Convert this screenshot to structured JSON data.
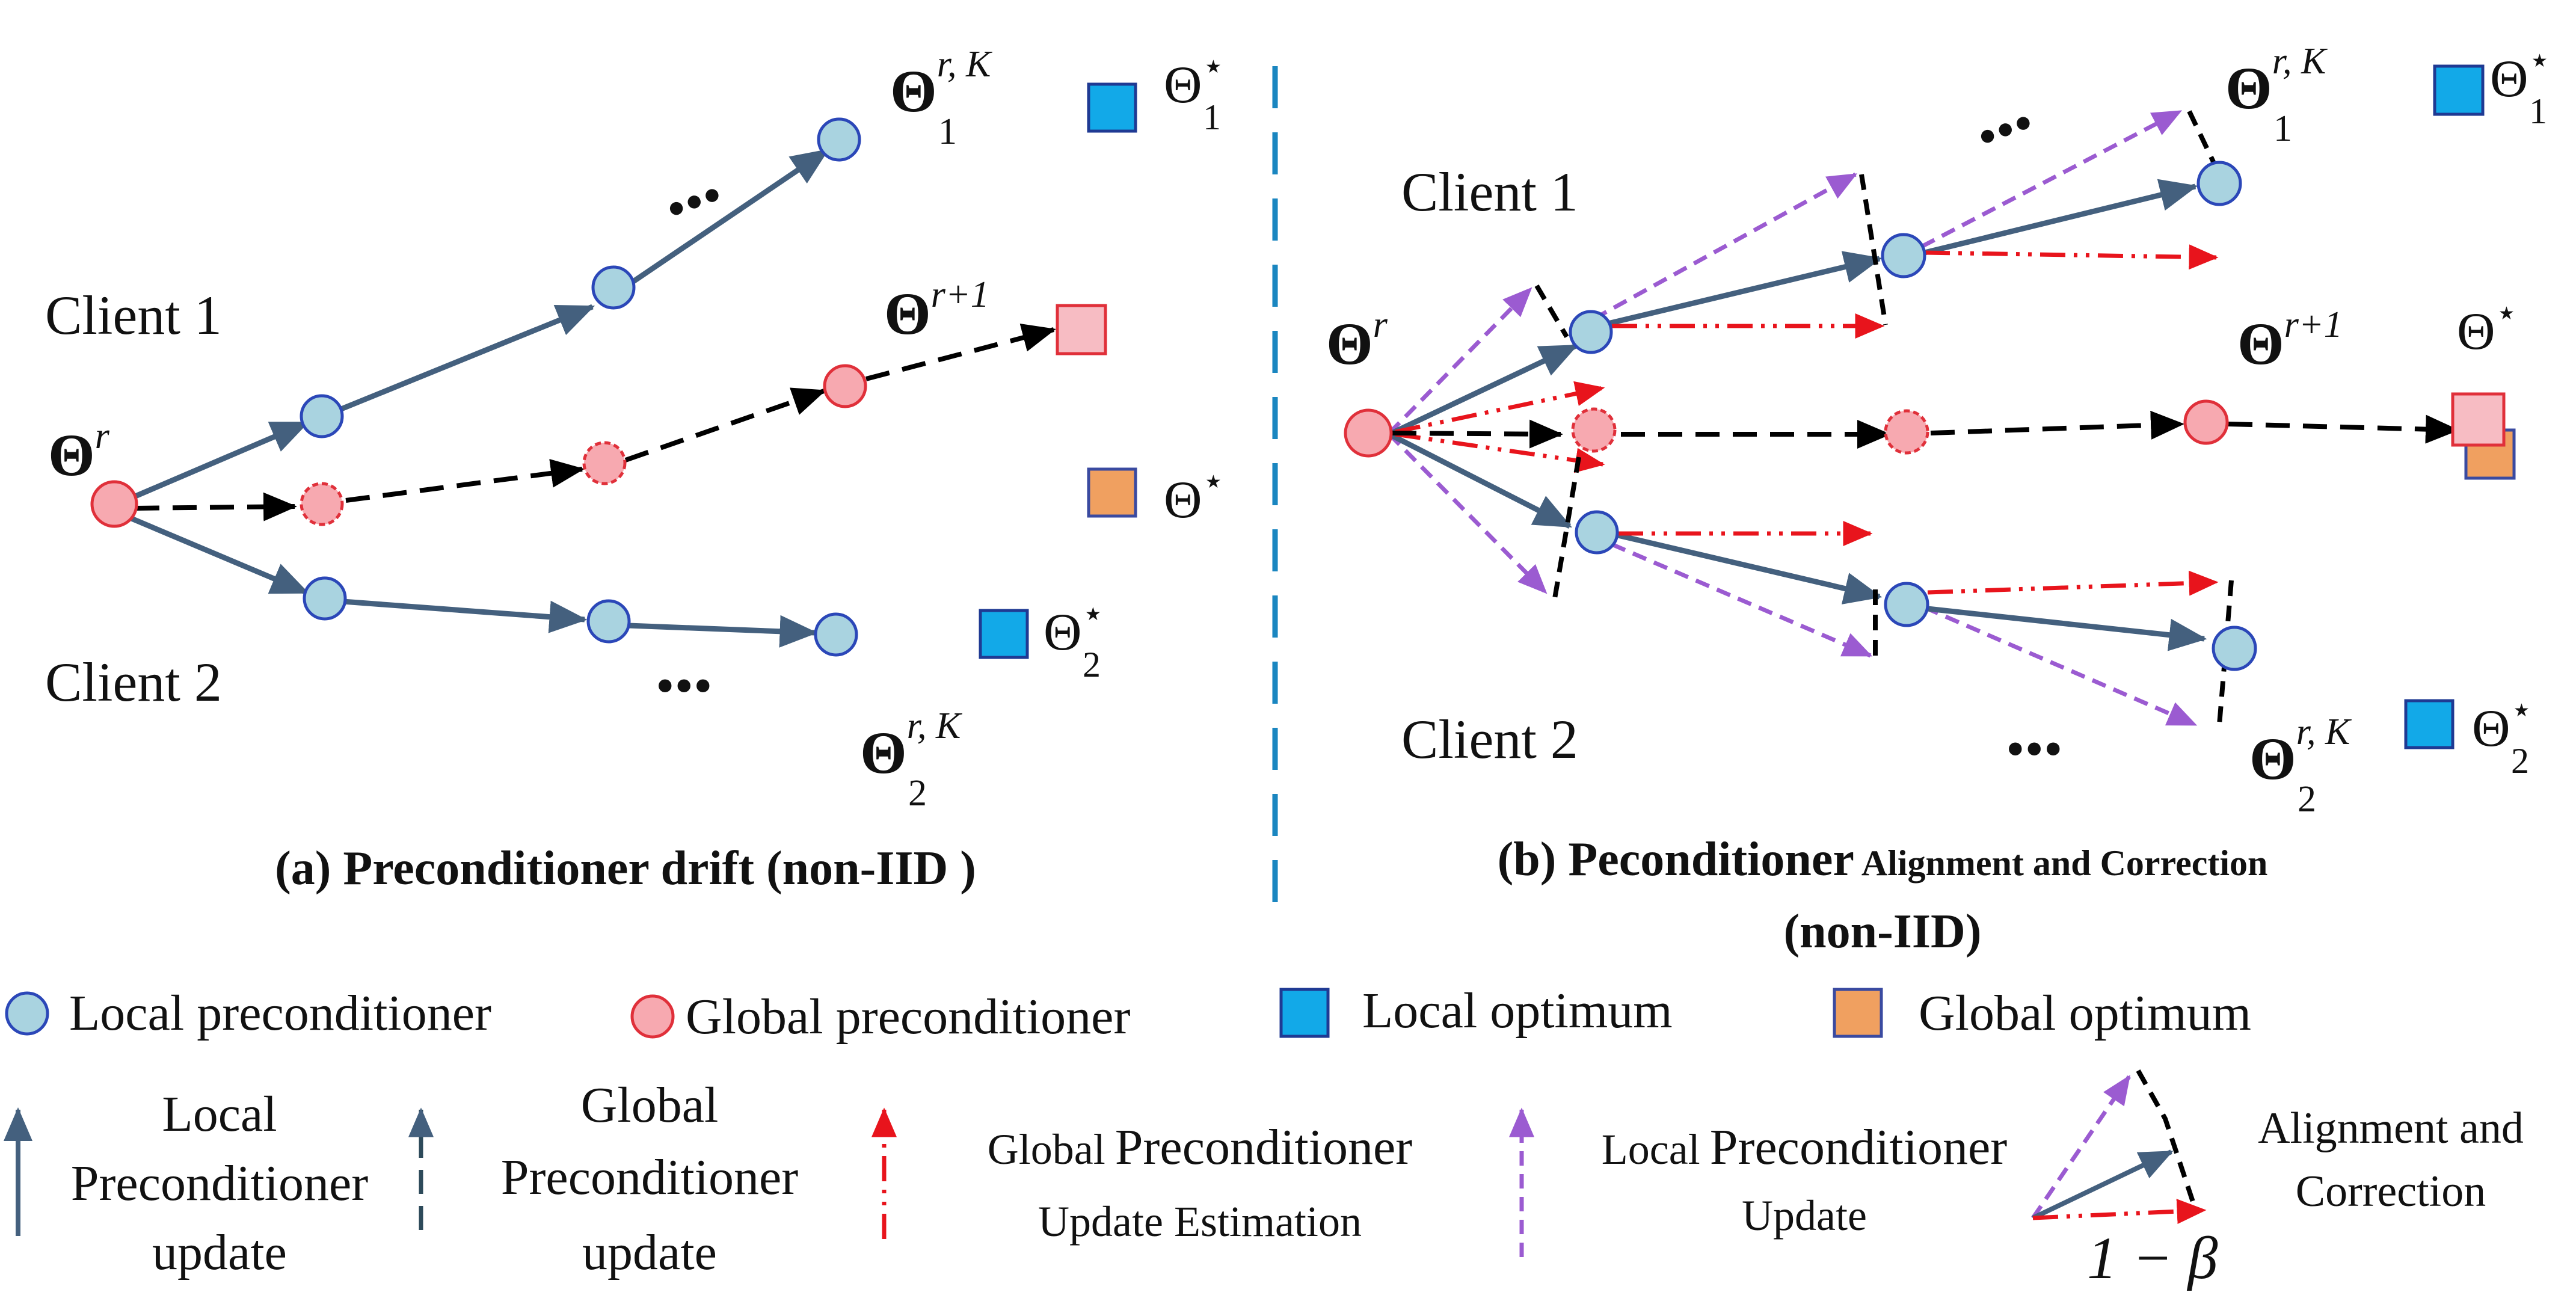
{
  "colors": {
    "local_node_fill": "#a9d3e0",
    "local_node_stroke": "#2b47b8",
    "global_node_fill": "#f7a9b0",
    "global_node_stroke": "#e0303a",
    "local_opt_fill": "#12a9e8",
    "local_opt_stroke": "#1f3a93",
    "global_opt_fill": "#f0a060",
    "global_opt_stroke": "#3a4aa0",
    "global_sq_fill": "#f7bcc3",
    "global_sq_stroke": "#e0303a",
    "local_arrow": "#44607e",
    "global_arrow": "#000000",
    "estimation_arrow": "#e8141c",
    "update_arrow": "#9b5bd1",
    "dots": "#1e2a58",
    "divider": "#1a86c0"
  },
  "panel_a": {
    "caption": "(a) Preconditioner drift (non-IID )",
    "client1": "Client 1",
    "client2": "Client 2",
    "theta": "Θ",
    "theta_r_sup": "r",
    "theta_r1_sup": "r+1",
    "theta_1K_sup": "r, K",
    "theta_1K_sub": "1",
    "theta_2K_sup": "r, K",
    "theta_2K_sub": "2",
    "opt1_sup": "⋆",
    "opt1_sub": "1",
    "opt2_sup": "⋆",
    "opt2_sub": "2",
    "opt_global_sup": "⋆",
    "dots": "•••"
  },
  "panel_b": {
    "caption_main": "(b) Peconditioner",
    "caption_rest": "Alignment and Correction",
    "caption_line2": "(non-IID)",
    "client1": "Client 1",
    "client2": "Client 2",
    "theta": "Θ",
    "theta_r_sup": "r",
    "theta_r1_sup": "r+1",
    "theta_1K_sup": "r, K",
    "theta_1K_sub": "1",
    "theta_2K_sup": "r, K",
    "theta_2K_sub": "2",
    "opt1_sup": "⋆",
    "opt1_sub": "1",
    "opt2_sup": "⋆",
    "opt2_sub": "2",
    "opt_global_sup": "⋆",
    "dots": "•••"
  },
  "legend": {
    "local_preconditioner": "Local preconditioner",
    "global_preconditioner": "Global preconditioner",
    "local_optimum": "Local optimum",
    "global_optimum": "Global optimum",
    "local_update_line1": "Local",
    "local_update_line2": "Preconditioner",
    "local_update_line3": "update",
    "global_update_line1": "Global",
    "global_update_line2": "Preconditioner",
    "global_update_line3": "update",
    "estimation_line1a": "Global",
    "estimation_line1b": "Preconditioner",
    "estimation_line2": "Update Estimation",
    "local_pu_line1a": "Local",
    "local_pu_line1b": "Preconditioner",
    "local_pu_line2": "Update",
    "align_line1": "Alignment and",
    "align_line2": "Correction",
    "beta_label": "1 − β"
  }
}
